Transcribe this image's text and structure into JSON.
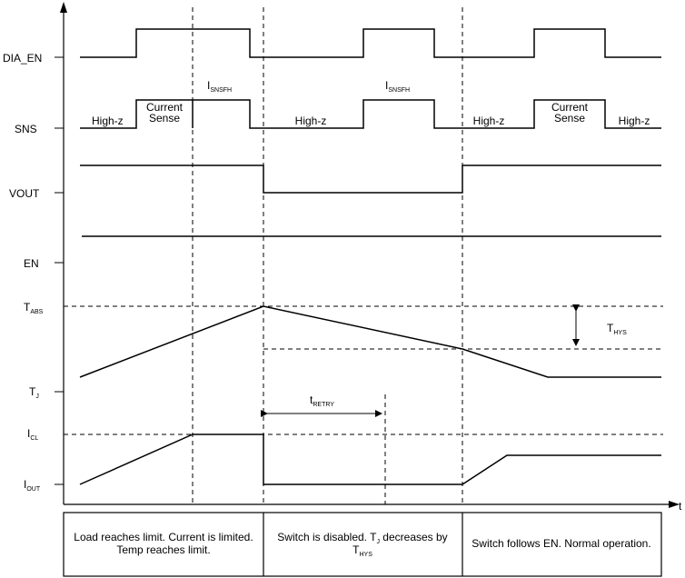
{
  "signals": {
    "dia_en": "DIA_EN",
    "sns": "SNS",
    "vout": "VOUT",
    "en": "EN",
    "t_abs": {
      "main": "T",
      "sub": "ABS"
    },
    "t_j": {
      "main": "T",
      "sub": "J"
    },
    "i_cl": {
      "main": "I",
      "sub": "CL"
    },
    "i_out": {
      "main": "I",
      "sub": "OUT"
    }
  },
  "time_axis_label": "t",
  "sns_states": {
    "high_z": "High-z",
    "current": "Current",
    "sense": "Sense",
    "isnsfh": {
      "main": "I",
      "sub": "SNSFH"
    }
  },
  "annotations": {
    "t_hys": {
      "main": "T",
      "sub": "HYS"
    },
    "t_retry": {
      "main": "t",
      "sub": "RETRY"
    }
  },
  "phases": [
    {
      "line1": "Load reaches limit.  Current is limited.",
      "line2": "Temp reaches limit."
    },
    {
      "line1_pre": "Switch is disabled.  T",
      "line1_sub": "J",
      "line1_post": " decreases by",
      "line2_main": "T",
      "line2_sub": "HYS"
    },
    {
      "line1": "Switch follows EN.  Normal operation."
    }
  ],
  "colors": {
    "stroke": "#000000",
    "background": "#ffffff"
  }
}
